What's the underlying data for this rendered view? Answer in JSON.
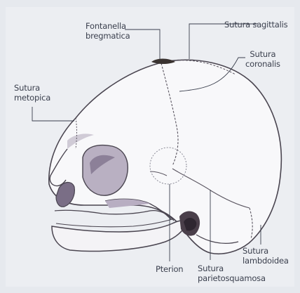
{
  "diagram": {
    "labels": {
      "fontanella_bregmatica": [
        "Fontanella",
        "bregmatica"
      ],
      "sutura_sagittalis": [
        "Sutura sagittalis"
      ],
      "sutura_coronalis": [
        "Sutura",
        "coronalis"
      ],
      "sutura_metopica": [
        "Sutura",
        "metopica"
      ],
      "pterion": [
        "Pterion"
      ],
      "sutura_parietosquamosa": [
        "Sutura",
        "parietosquamosa"
      ],
      "sutura_lambdoidea": [
        "Sutura",
        "lambdoidea"
      ]
    },
    "colors": {
      "background": "#e6e9ee",
      "skull_fill": "#f7f7f9",
      "outline": "#4a4550",
      "suture": "#5a5560",
      "shadow": "#8a8090",
      "fontanelle_dark": "#3a3330",
      "label_text": "#3a3f4d",
      "leader_line": "#3a3f4d"
    }
  }
}
